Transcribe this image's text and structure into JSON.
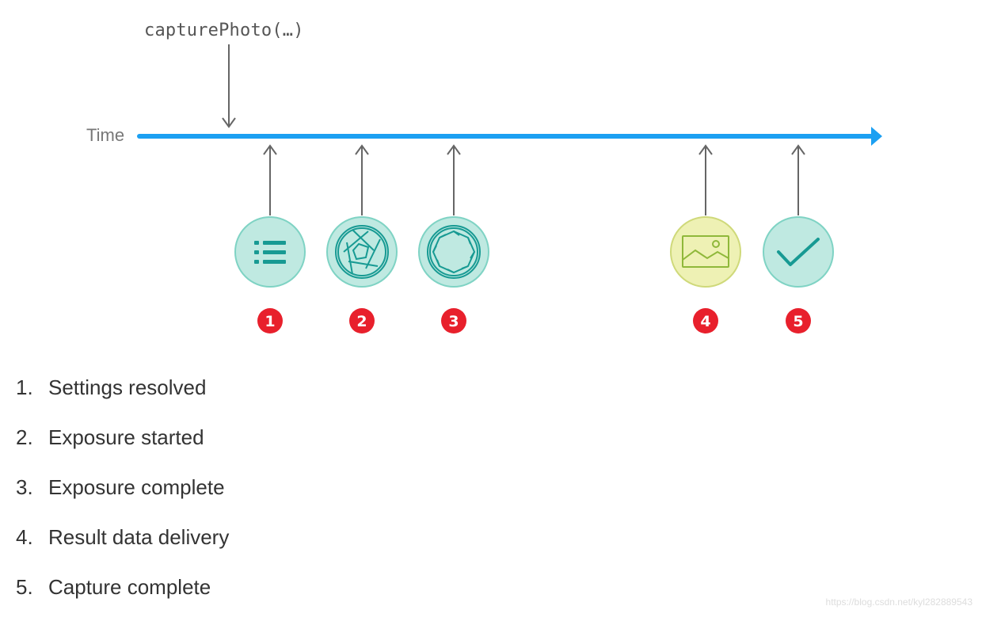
{
  "header": {
    "call_label": "capturePhoto(…)"
  },
  "timeline": {
    "axis_label": "Time",
    "axis_color": "#1ca0f2",
    "events": [
      {
        "badge": "1",
        "icon": "settings-list-icon",
        "fill": "#bfe9e1",
        "stroke": "#7fd3c4",
        "glyph": "#179a93"
      },
      {
        "badge": "2",
        "icon": "shutter-open-icon",
        "fill": "#bfe9e1",
        "stroke": "#7fd3c4",
        "glyph": "#179a93"
      },
      {
        "badge": "3",
        "icon": "shutter-closed-icon",
        "fill": "#bfe9e1",
        "stroke": "#7fd3c4",
        "glyph": "#179a93"
      },
      {
        "badge": "4",
        "icon": "image-icon",
        "fill": "#eef1b4",
        "stroke": "#cfd97a",
        "glyph": "#8fb83a"
      },
      {
        "badge": "5",
        "icon": "checkmark-icon",
        "fill": "#bfe9e1",
        "stroke": "#7fd3c4",
        "glyph": "#179a93"
      }
    ],
    "badge_color": "#e8202c"
  },
  "steps": [
    {
      "num": "1.",
      "label": "Settings resolved"
    },
    {
      "num": "2.",
      "label": "Exposure started"
    },
    {
      "num": "3.",
      "label": "Exposure complete"
    },
    {
      "num": "4.",
      "label": "Result data delivery"
    },
    {
      "num": "5.",
      "label": "Capture complete"
    }
  ],
  "watermark": "https://blog.csdn.net/kyl282889543"
}
